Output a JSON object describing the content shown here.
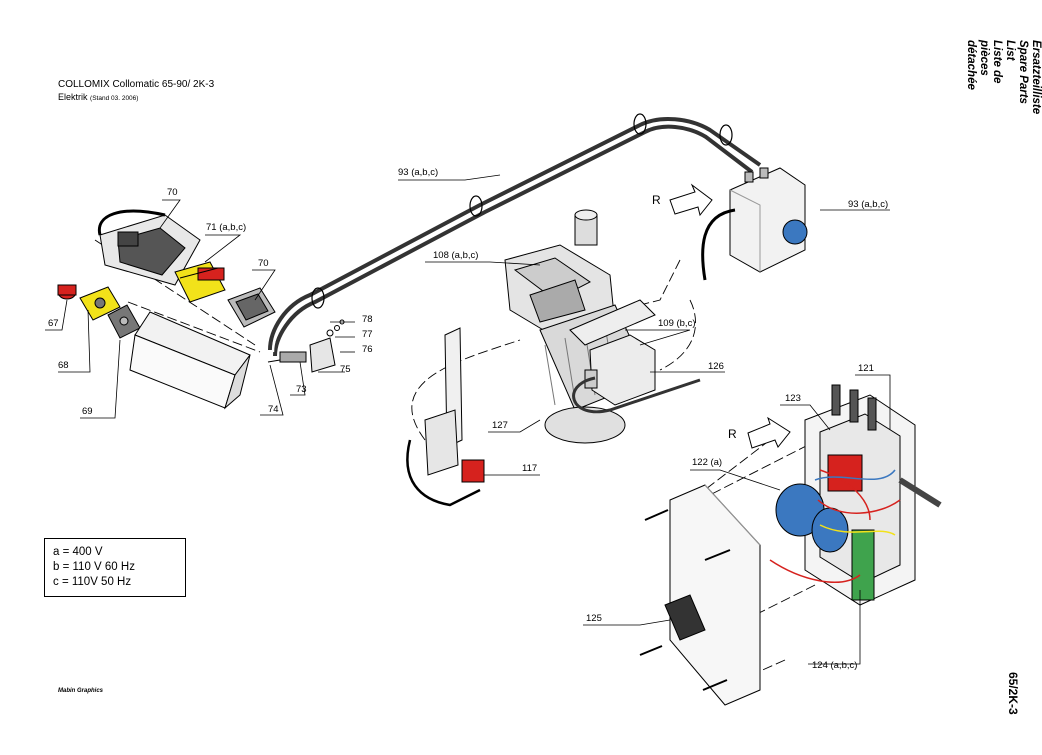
{
  "header": {
    "title": "COLLOMIX  Collomatic 65-90/ 2K-3",
    "subtitle_main": "Elektrik",
    "subtitle_small": "(Stand 03. 2006)"
  },
  "side_title": {
    "line1": "Ersatzteilliste",
    "line2": "Spare Parts List",
    "line3": "Liste de pièces détachée"
  },
  "page_number": "65/2K-3",
  "credit": "Mabin Graphics",
  "legend": {
    "a": "a  = 400 V",
    "b": "b  = 110 V  60 Hz",
    "c": "c  = 110V 50 Hz"
  },
  "labels": {
    "p70a": "70",
    "p71": "71 (a,b,c)",
    "p70b": "70",
    "p67": "67",
    "p68": "68",
    "p69": "69",
    "p78": "78",
    "p77": "77",
    "p76": "76",
    "p75": "75",
    "p73": "73",
    "p74": "74",
    "p93a": "93 (a,b,c)",
    "p93b": "93 (a,b,c)",
    "p108": "108 (a,b,c)",
    "p109": "109 (b,c)",
    "p126": "126",
    "p127": "127",
    "p117": "117",
    "p121": "121",
    "p123": "123",
    "p122": "122 (a)",
    "p125": "125",
    "p124": "124 (a,b,c)",
    "r1": "R",
    "r2": "R"
  },
  "colors": {
    "motor_grey": "#d9d9d9",
    "yellow": "#f2e21a",
    "red": "#d6221e",
    "blue": "#3b78c0",
    "green": "#3fa34d"
  }
}
